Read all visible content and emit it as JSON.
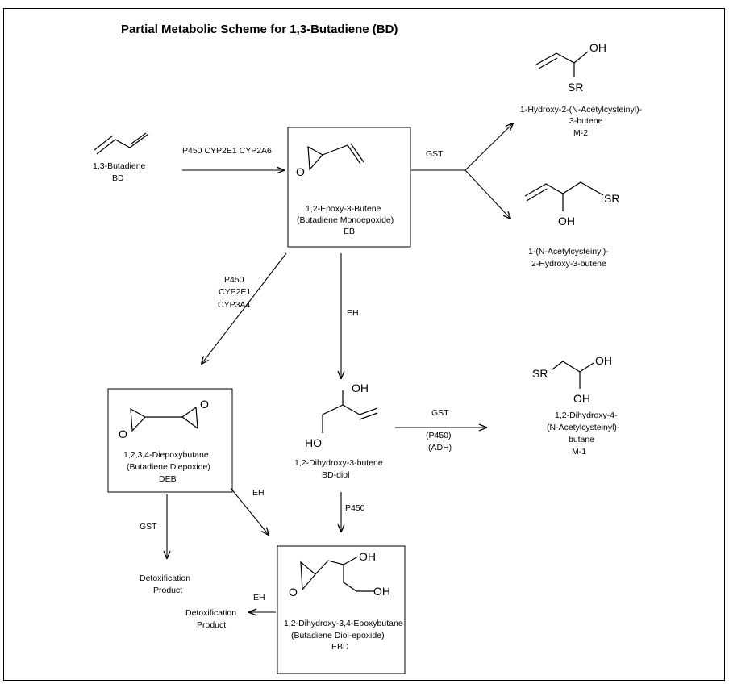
{
  "title": "Partial Metabolic Scheme for 1,3-Butadiene (BD)",
  "atoms": {
    "oh": "OH",
    "o": "O",
    "sr": "SR",
    "ho": "HO"
  },
  "compounds": {
    "bd": {
      "name": "1,3-Butadiene",
      "abbr": "BD"
    },
    "eb": {
      "name": "1,2-Epoxy-3-Butene",
      "alt": "(Butadiene Monoepoxide)",
      "abbr": "EB"
    },
    "m2": {
      "line1": "1-Hydroxy-2-(N-Acetylcysteinyl)-",
      "line2": "3-butene",
      "abbr": "M-2"
    },
    "nac": {
      "line1": "1-(N-Acetylcysteinyl)-",
      "line2": "2-Hydroxy-3-butene"
    },
    "deb": {
      "name": "1,2,3,4-Diepoxybutane",
      "alt": "(Butadiene Diepoxide)",
      "abbr": "DEB"
    },
    "bddiol": {
      "name": "1,2-Dihydroxy-3-butene",
      "abbr": "BD-diol"
    },
    "m1": {
      "line1": "1,2-Dihydroxy-4-",
      "line2": "(N-Acetylcysteinyl)-",
      "line3": "butane",
      "abbr": "M-1"
    },
    "ebd": {
      "name": "1,2-Dihydroxy-3,4-Epoxybutane",
      "alt": "(Butadiene Diol-epoxide)",
      "abbr": "EBD"
    },
    "detox1": {
      "line1": "Detoxification",
      "line2": "Product"
    },
    "detox2": {
      "line1": "Detoxification",
      "line2": "Product"
    }
  },
  "enzymes": {
    "bd_to_eb": "P450  CYP2E1  CYP2A6",
    "eb_gst": "GST",
    "eb_to_deb": {
      "line1": "P450",
      "line2": "CYP2E1",
      "line3": "CYP3A4"
    },
    "eb_to_diol": "EH",
    "diol_to_m1": {
      "line1": "GST",
      "line2": "(P450)",
      "line3": "(ADH)"
    },
    "deb_to_ebd": "EH",
    "diol_to_ebd": "P450",
    "deb_gst": "GST",
    "ebd_eh": "EH"
  }
}
